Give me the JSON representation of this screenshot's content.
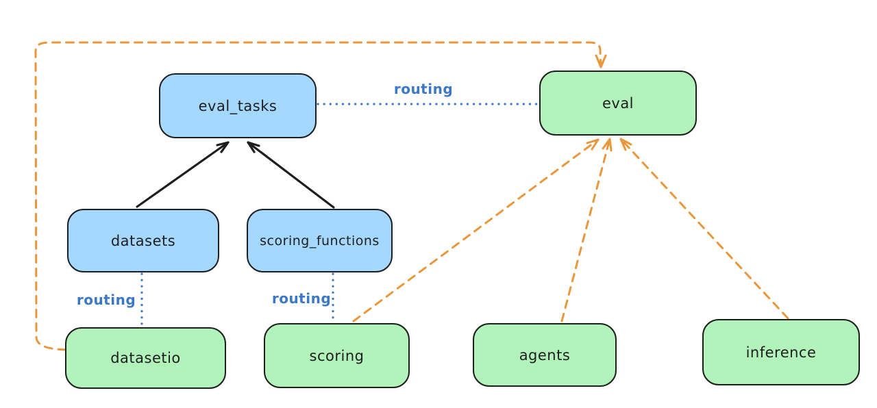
{
  "diagram": {
    "nodes": {
      "eval_tasks": {
        "label": "eval_tasks",
        "fill": "blue"
      },
      "eval": {
        "label": "eval",
        "fill": "green"
      },
      "datasets": {
        "label": "datasets",
        "fill": "blue"
      },
      "scoring_functions": {
        "label": "scoring_functions",
        "fill": "blue"
      },
      "datasetio": {
        "label": "datasetio",
        "fill": "green"
      },
      "scoring": {
        "label": "scoring",
        "fill": "green"
      },
      "agents": {
        "label": "agents",
        "fill": "green"
      },
      "inference": {
        "label": "inference",
        "fill": "green"
      }
    },
    "edge_labels": {
      "eval_tasks_eval": "routing",
      "datasets_datasetio": "routing",
      "scoring_functions_scoring": "routing"
    },
    "edges": [
      {
        "from": "datasets",
        "to": "eval_tasks",
        "style": "solid-black-arrow"
      },
      {
        "from": "scoring_functions",
        "to": "eval_tasks",
        "style": "solid-black-arrow"
      },
      {
        "from": "eval_tasks",
        "to": "eval",
        "style": "dotted-blue",
        "label": "routing"
      },
      {
        "from": "datasets",
        "to": "datasetio",
        "style": "dotted-blue",
        "label": "routing"
      },
      {
        "from": "scoring_functions",
        "to": "scoring",
        "style": "dotted-blue",
        "label": "routing"
      },
      {
        "from": "datasetio",
        "to": "eval",
        "style": "dashed-orange-arrow"
      },
      {
        "from": "scoring",
        "to": "eval",
        "style": "dashed-orange-arrow"
      },
      {
        "from": "agents",
        "to": "eval",
        "style": "dashed-orange-arrow"
      },
      {
        "from": "inference",
        "to": "eval",
        "style": "dashed-orange-arrow"
      }
    ],
    "colors": {
      "blue_fill": "#a5d8ff",
      "green_fill": "#b2f2bb",
      "node_stroke": "#1e1e1e",
      "orange_edge": "#e8973b",
      "routing_blue": "#3b78c8",
      "background": "#ffffff"
    }
  }
}
